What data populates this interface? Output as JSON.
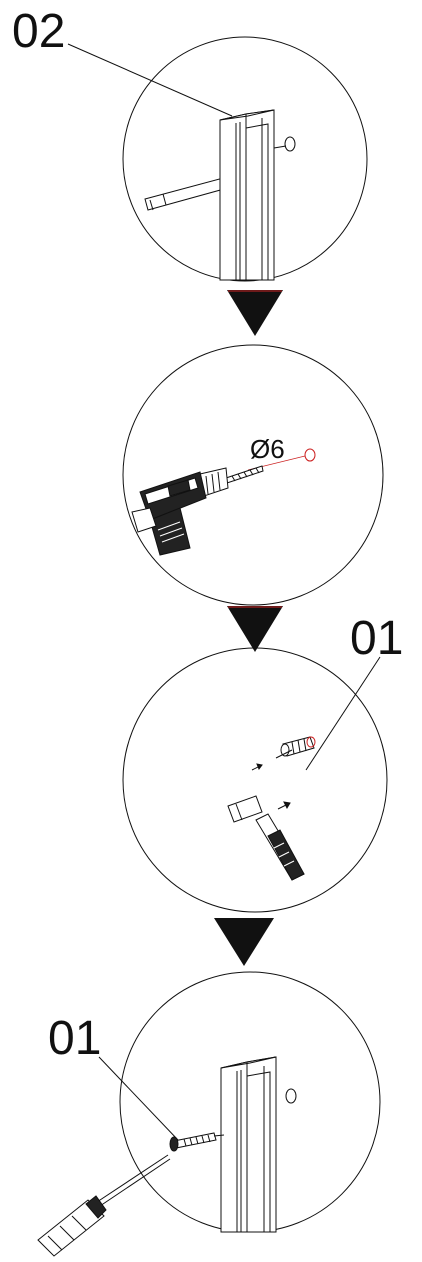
{
  "steps": [
    {
      "callout": "02"
    },
    {
      "callout": "Ø6"
    },
    {
      "callout": "01"
    },
    {
      "callout": "01"
    }
  ],
  "colors": {
    "line": "#111111",
    "arrow": "#111111",
    "accent": "#cc2222",
    "background": "#ffffff"
  }
}
